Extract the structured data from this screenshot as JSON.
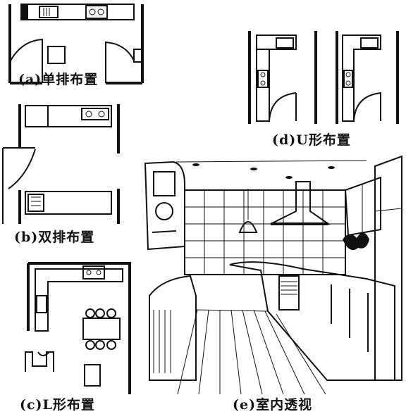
{
  "figure": {
    "captions": {
      "a": "(a)单排布置",
      "b": "(b)双排布置",
      "c": "(c)L形布置",
      "d": "(d)U形布置",
      "e": "(e)室内透视"
    }
  }
}
